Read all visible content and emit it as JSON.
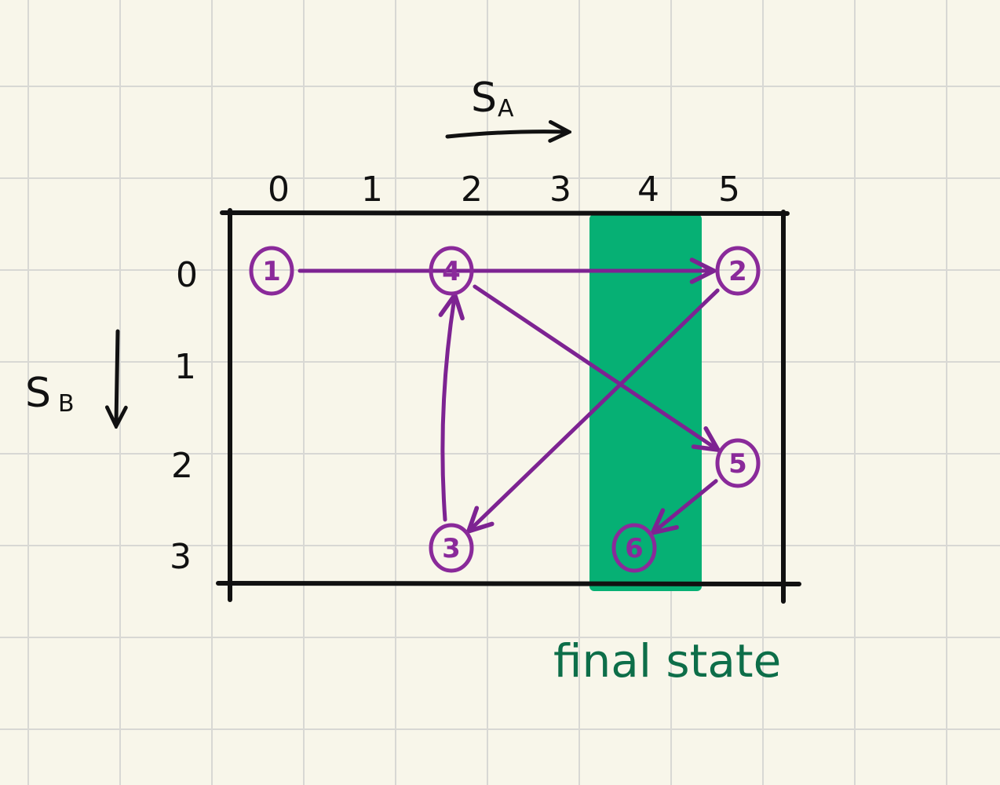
{
  "axes": {
    "x_label": "S",
    "x_label_sub": "A",
    "y_label": "S",
    "y_label_sub": "B",
    "x_ticks": [
      "0",
      "1",
      "2",
      "3",
      "4",
      "5"
    ],
    "y_ticks": [
      "0",
      "1",
      "2",
      "3"
    ]
  },
  "highlight": {
    "column": "4",
    "color": "#06b074",
    "label": "final state",
    "label_color": "#0d6e49"
  },
  "nodes": [
    {
      "id": "1",
      "col": 0,
      "row": 0
    },
    {
      "id": "4",
      "col": 2,
      "row": 0
    },
    {
      "id": "2",
      "col": 5,
      "row": 0
    },
    {
      "id": "5",
      "col": 5,
      "row": 2
    },
    {
      "id": "3",
      "col": 2,
      "row": 3
    },
    {
      "id": "6",
      "col": 4,
      "row": 3
    }
  ],
  "edges": [
    {
      "from": "1",
      "to": "2"
    },
    {
      "from": "4",
      "to": "5"
    },
    {
      "from": "2",
      "to": "3"
    },
    {
      "from": "3",
      "to": "4"
    },
    {
      "from": "5",
      "to": "6"
    }
  ],
  "colors": {
    "ink": "#111111",
    "edge": "#7d2392"
  }
}
